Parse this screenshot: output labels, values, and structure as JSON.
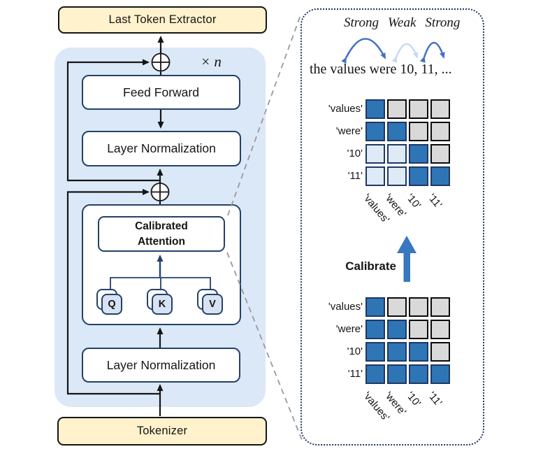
{
  "left_diagram": {
    "last_token_extractor": "Last Token Extractor",
    "repeat_label": "× n",
    "feed_forward": "Feed Forward",
    "layer_norm_top": "Layer Normalization",
    "calibrated_attention_line1": "Calibrated",
    "calibrated_attention_line2": "Attention",
    "qkv": [
      "Q",
      "K",
      "V"
    ],
    "layer_norm_bottom": "Layer Normalization",
    "tokenizer": "Tokenizer"
  },
  "right_panel": {
    "arc_labels": [
      "Strong",
      "Weak",
      "Strong"
    ],
    "sentence": "the values were 10, 11, ...",
    "calibrate_label": "Calibrate",
    "matrices": {
      "row_labels": [
        "'values'",
        "'were'",
        "'10'",
        "'11'"
      ],
      "col_labels": [
        "'values'",
        "'were'",
        "'10'",
        "'11'"
      ],
      "calibrated": [
        [
          "strong",
          "empty",
          "empty",
          "empty"
        ],
        [
          "strong",
          "strong",
          "empty",
          "empty"
        ],
        [
          "weak",
          "weak",
          "strong",
          "empty"
        ],
        [
          "weak",
          "weak",
          "strong",
          "strong"
        ]
      ],
      "uncalibrated": [
        [
          "strong",
          "empty",
          "empty",
          "empty"
        ],
        [
          "strong",
          "strong",
          "empty",
          "empty"
        ],
        [
          "strong",
          "strong",
          "strong",
          "empty"
        ],
        [
          "strong",
          "strong",
          "strong",
          "strong"
        ]
      ]
    }
  },
  "colors": {
    "strong": "#2E75B6",
    "weak": "#DEEBF7",
    "empty": "#D9D9D9",
    "navy": "#24406B",
    "panel_border": "#1F3864",
    "container_fill": "#DBE8F7",
    "yellow_fill": "#FFF2CC",
    "arrow_blue": "#3778BE",
    "qkv_fill": "#D7E2F3",
    "arc_strong": "#4472C4",
    "arc_weak": "#C9D9F2",
    "dash_gray": "#999999",
    "cell_black": "#0a0a0a",
    "line_black": "#151515"
  }
}
